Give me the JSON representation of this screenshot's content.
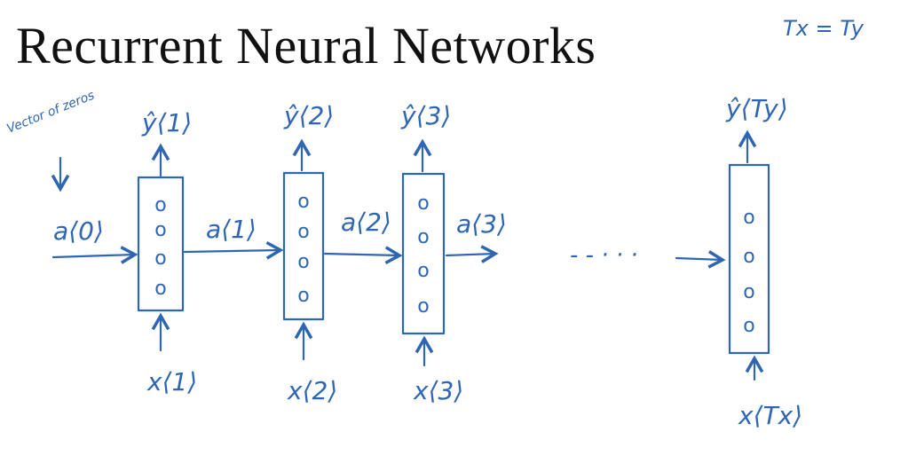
{
  "title": "Recurrent Neural Networks",
  "note": "Tx = Ty",
  "init_label": "Vector of zeros",
  "colors": {
    "ink": "#2f66b3",
    "title": "#111111"
  },
  "cells": [
    {
      "y_label": "ŷ⟨1⟩",
      "x_label": "x⟨1⟩",
      "a_out_label": "a⟨1⟩",
      "units": [
        "o",
        "o",
        "o",
        "o"
      ]
    },
    {
      "y_label": "ŷ⟨2⟩",
      "x_label": "x⟨2⟩",
      "a_out_label": "a⟨2⟩",
      "units": [
        "o",
        "o",
        "o",
        "o"
      ]
    },
    {
      "y_label": "ŷ⟨3⟩",
      "x_label": "x⟨3⟩",
      "a_out_label": "a⟨3⟩",
      "units": [
        "o",
        "o",
        "o",
        "o"
      ]
    },
    {
      "y_label": "ŷ⟨Ty⟩",
      "x_label": "x⟨Tx⟩",
      "a_out_label": "",
      "units": [
        "o",
        "o",
        "o",
        "o"
      ]
    }
  ],
  "a0_label": "a⟨0⟩",
  "ellipsis": "- - · · ·"
}
